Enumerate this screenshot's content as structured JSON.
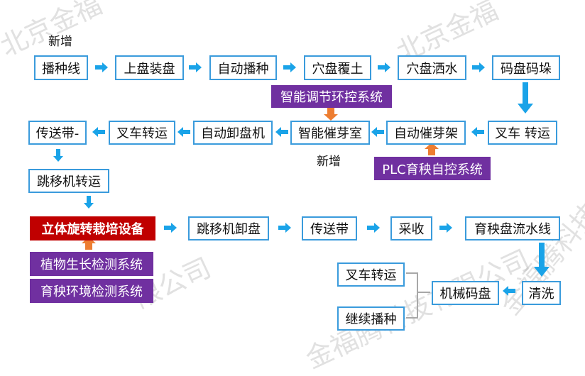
{
  "watermark": "北京金福腾科技有限公司",
  "watermark_fragments": [
    "北京金福",
    "北京金福",
    "限公司",
    "金福腾科技有限公司",
    "金福腾科技有限公"
  ],
  "notes": {
    "new_top": "新增",
    "new_mid": "新增"
  },
  "row1": [
    "播种线",
    "上盘装盘",
    "自动播种",
    "穴盘覆土",
    "穴盘洒水",
    "码盘码垛"
  ],
  "row2": [
    "传送带-",
    "叉车转运",
    "自动卸盘机",
    "智能催芽室",
    "自动催芽架",
    "叉车 转运"
  ],
  "controls": {
    "smart_env": "智能调节环控系统",
    "plc": "PLC育秧自控系统"
  },
  "mid": {
    "jump_transfer": "跳移机转运"
  },
  "row3": [
    "立体旋转栽培设备",
    "跳移机卸盘",
    "传送带",
    "采收",
    "育秧盘流水线"
  ],
  "sensors": {
    "plant_growth": "植物生长检测系统",
    "seedling_env": "育秧环境检测系统"
  },
  "row4": {
    "wash": "清洗",
    "stack": "机械码盘",
    "forklift": "叉车转运",
    "continue": "继续播种"
  },
  "colors": {
    "arrow_blue": "#1aa3e8",
    "arrow_orange": "#ed7d31",
    "border": "#3a9bdc",
    "red": "#c00000",
    "purple": "#7030a0"
  }
}
